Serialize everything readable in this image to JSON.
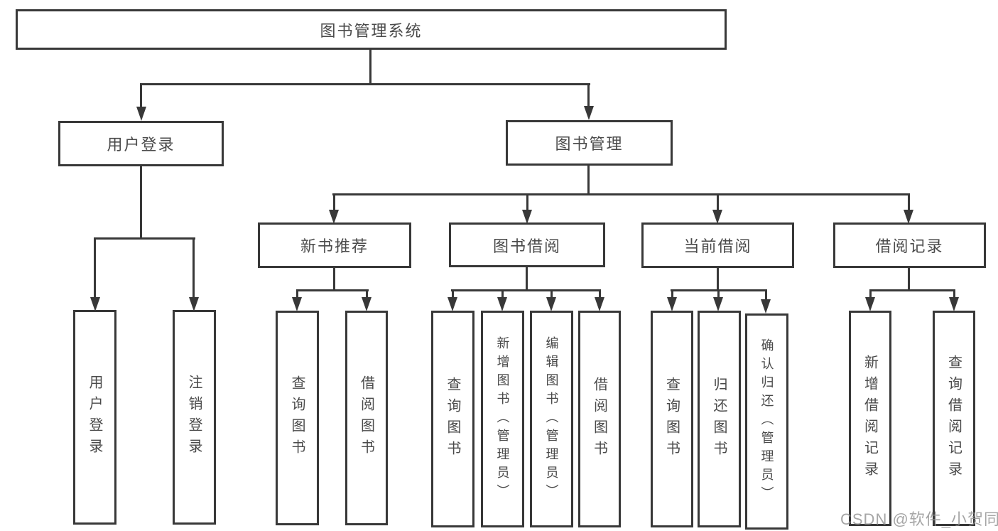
{
  "diagram": {
    "title": "图书管理系统",
    "watermark": "CSDN @软件_小贺同学",
    "colors": {
      "line": "#383838",
      "text": "#4a4a4a",
      "background": "#ffffff",
      "watermark": "#909090"
    },
    "nodes": {
      "root": "图书管理系统",
      "user_login": "用户登录",
      "book_management": "图书管理",
      "new_book_recommend": "新书推荐",
      "book_borrowing": "图书借阅",
      "current_borrowing": "当前借阅",
      "borrowing_records": "借阅记录",
      "login_user_login": "用户登录",
      "login_logout": "注销登录",
      "recommend_query_books": "查询图书",
      "recommend_borrow_books": "借阅图书",
      "borrowing_query_books": "查询图书",
      "borrowing_add_books": "新增图书（管理员）",
      "borrowing_edit_books": "编辑图书（管理员）",
      "borrowing_borrow_books": "借阅图书",
      "current_query_books": "查询图书",
      "current_return_books": "归还图书",
      "current_confirm_return": "确认归还（管理员）",
      "records_add_record": "新增借阅记录",
      "records_query_record": "查询借阅记录"
    }
  }
}
